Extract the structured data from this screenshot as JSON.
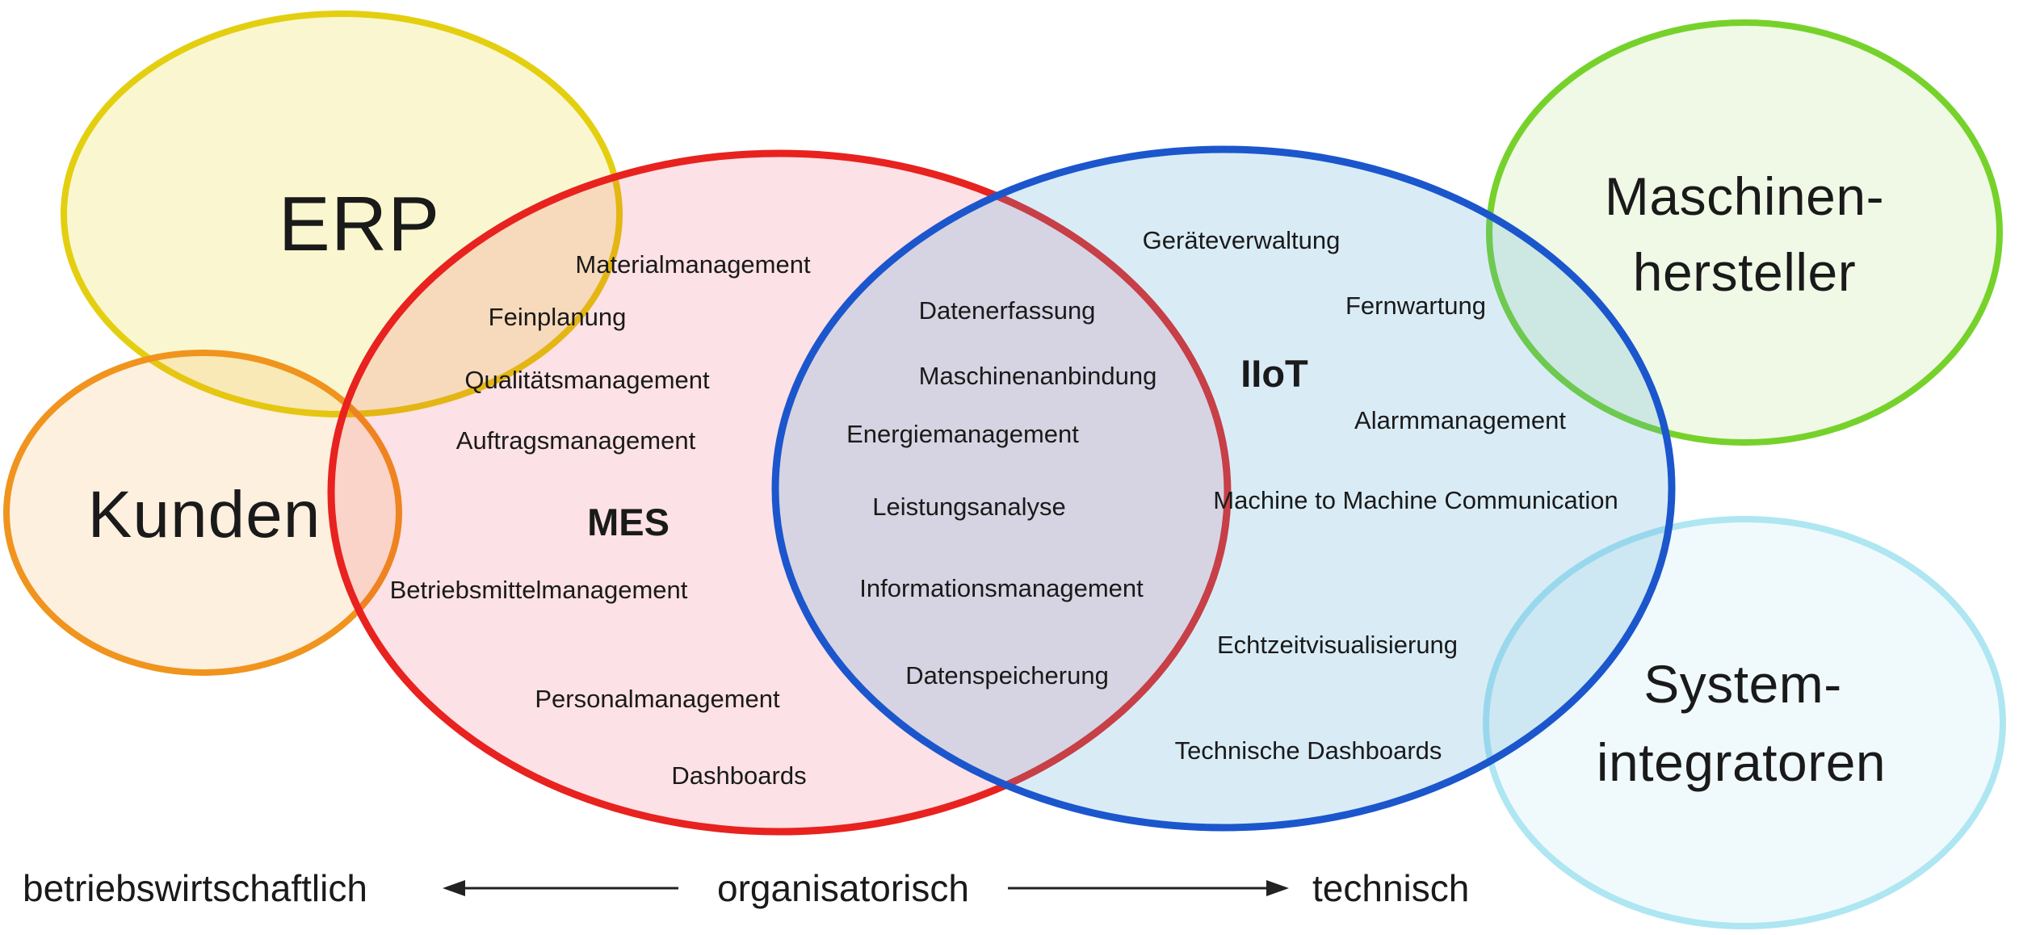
{
  "diagram": {
    "ellipses": {
      "erp": {
        "label": "ERP",
        "stroke": "#e3cf10"
      },
      "kunden": {
        "label": "Kunden",
        "stroke": "#f0941e"
      },
      "mes": {
        "label": "MES",
        "stroke": "#e8221f",
        "label_color": "#e8242b"
      },
      "iiot": {
        "label": "IIoT",
        "stroke": "#1b56cd",
        "label_color": "#2257d6"
      },
      "maschinenhersteller": {
        "line1": "Maschinen-",
        "line2": "hersteller",
        "stroke": "#76d22b"
      },
      "systemintegratoren": {
        "line1": "System-",
        "line2": "integratoren",
        "stroke": "#aee6f2"
      }
    },
    "mes_items": [
      "Materialmanagement",
      "Feinplanung",
      "Qualitätsmanagement",
      "Auftragsmanagement",
      "Betriebsmittelmanagement",
      "Personalmanagement",
      "Dashboards"
    ],
    "shared_items": [
      "Datenerfassung",
      "Maschinenanbindung",
      "Energiemanagement",
      "Leistungsanalyse",
      "Informationsmanagement",
      "Datenspeicherung"
    ],
    "iiot_items": [
      "Geräteverwaltung",
      "Fernwartung",
      "Alarmmanagement",
      "Machine to Machine Communication",
      "Echtzeitvisualisierung",
      "Technische Dashboards"
    ],
    "axis": {
      "left_label": "betriebswirtschaftlich",
      "center_label": "organisatorisch",
      "right_label": "technisch",
      "arrow_color": "#222222"
    },
    "colors": {
      "text": "#1a1a1a",
      "erp_fill_tint": "#faf7ce",
      "kunden_fill_tint": "#fdefdd",
      "mes_fill_tint": "#fce1e6",
      "iiot_fill_tint": "#d8ecf6",
      "mes_iiot_overlap": "#d6d5e3",
      "green_fill_tint": "#effae6",
      "cyan_fill_tint": "#eff9fc"
    }
  }
}
